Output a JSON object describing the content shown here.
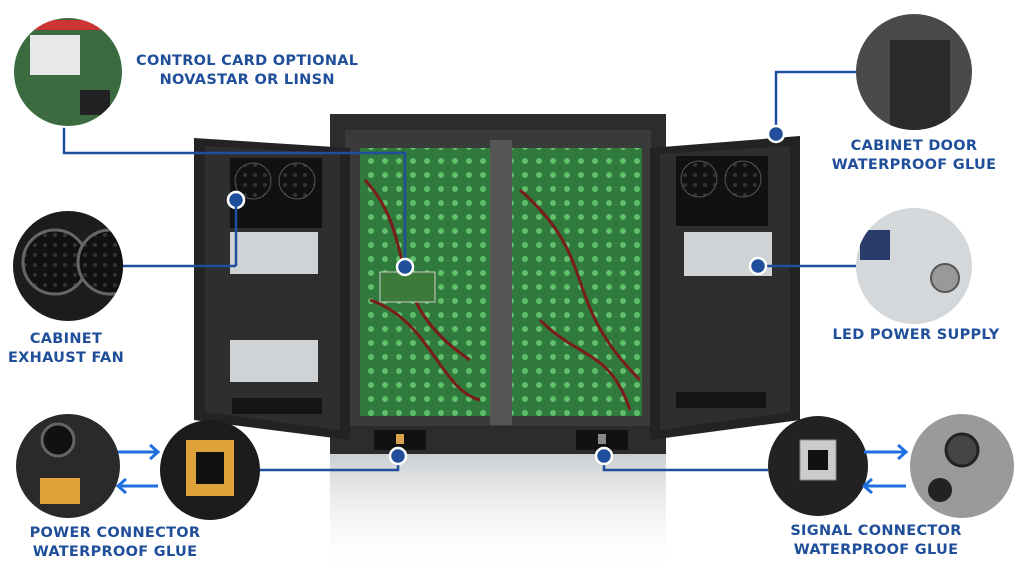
{
  "labels": {
    "control_card": [
      "CONTROL CARD OPTIONAL",
      "NOVASTAR OR LINSN"
    ],
    "cabinet_door": [
      "CABINET DOOR",
      "WATERPROOF GLUE"
    ],
    "exhaust_fan": [
      "CABINET",
      "EXHAUST FAN"
    ],
    "power_supply": [
      "LED POWER SUPPLY"
    ],
    "power_connector": [
      "POWER CONNECTOR",
      "WATERPROOF GLUE"
    ],
    "signal_connector": [
      "SIGNAL CONNECTOR",
      "WATERPROOF GLUE"
    ]
  },
  "colors": {
    "label_blue": "#1f4e9a",
    "leader_line": "#1f4e9a",
    "arrow_blue": "#1e6fe0",
    "cabinet_dark": "#2a2a2a",
    "led_green": "#3f8f4a"
  },
  "icons": [
    "marker-dot-icon",
    "arrow-right-icon",
    "arrow-left-icon"
  ]
}
